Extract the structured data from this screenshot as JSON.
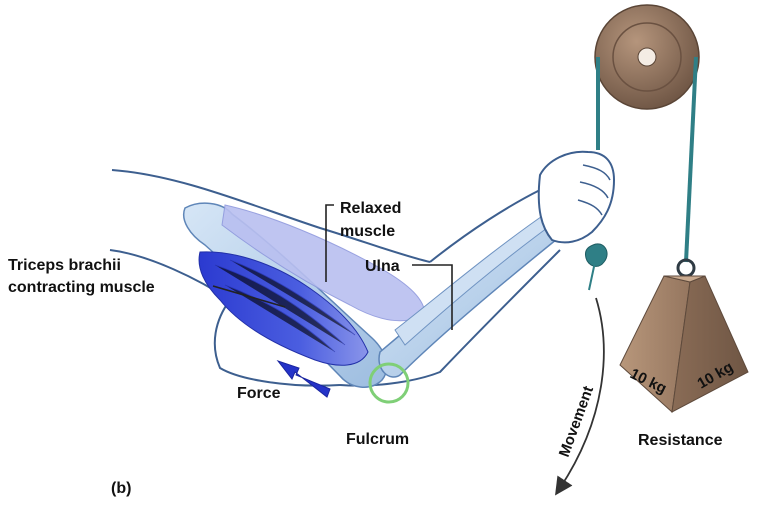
{
  "figure": {
    "panel_label": "(b)",
    "labels": {
      "relaxed_muscle_line1": "Relaxed",
      "relaxed_muscle_line2": "muscle",
      "ulna": "Ulna",
      "triceps_line1": "Triceps brachii",
      "triceps_line2": "contracting muscle",
      "force": "Force",
      "fulcrum": "Fulcrum",
      "movement": "Movement",
      "resistance": "Resistance",
      "weight_left_face": "10 kg",
      "weight_right_face": "10 kg"
    }
  },
  "colors": {
    "outline": "#3d5f8f",
    "bone": "#bcd4ec",
    "muscle_contracting": "#3c4fd6",
    "muscle_relaxed": "#b9bff0",
    "force_arrow": "#2433c8",
    "fulcrum_ring": "#7fcf77",
    "rope": "#2f7f86",
    "pulley": "#8b6f5a",
    "weight": "#a3846b",
    "arrow": "#333333"
  }
}
